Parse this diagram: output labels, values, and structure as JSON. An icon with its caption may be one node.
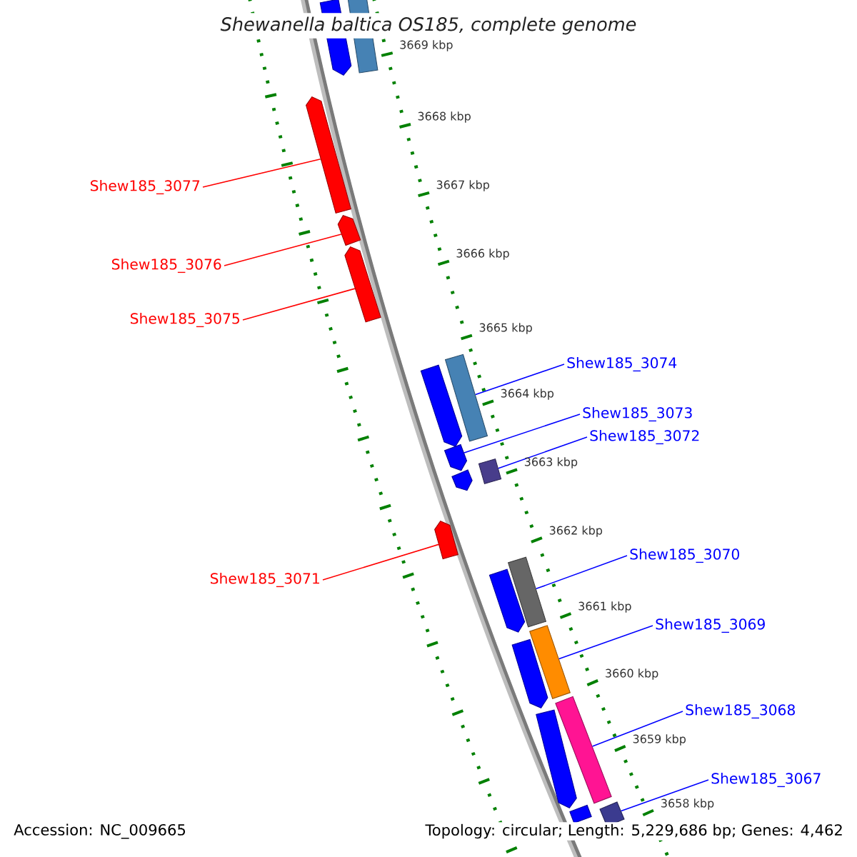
{
  "diagram": {
    "title": "Shewanella baltica OS185, complete genome",
    "nodes": [
      {
        "text": [
          "Shew185_3077"
        ]
      },
      {
        "text": [],
        "shape": "arrow"
      },
      {
        "text": [
          "Shew185_3076"
        ]
      },
      {
        "text": [],
        "shape": "arrow"
      },
      {
        "text": [
          "Shew185_3075"
        ]
      },
      {
        "text": [],
        "shape": "arrow"
      },
      {
        "text": [
          "Shew185_3074"
        ]
      },
      {
        "text": [],
        "shape": "box"
      },
      {
        "text": [
          "Shew185_3073"
        ]
      },
      {
        "text": [],
        "shape": "arrow"
      },
      {
        "text": [
          "Shew185_3072"
        ]
      },
      {
        "text": [],
        "shape": "box"
      },
      {
        "text": [
          "Shew185_3071"
        ]
      },
      {
        "text": [],
        "shape": "arrow"
      },
      {
        "text": [
          "Shew185_3070"
        ]
      },
      {
        "text": [],
        "shape": "box"
      },
      {
        "text": [
          "Shew185_3069"
        ]
      },
      {
        "text": [],
        "shape": "box"
      },
      {
        "text": [
          "Shew185_3068"
        ]
      },
      {
        "text": [],
        "shape": "box"
      },
      {
        "text": [
          "Shew185_3067"
        ]
      },
      {
        "text": [],
        "shape": "box"
      },
      {
        "text": [],
        "shape": "arrow"
      },
      {
        "text": [],
        "shape": "box"
      },
      {
        "text": [],
        "shape": "arrow"
      },
      {
        "text": [],
        "shape": "arrow"
      },
      {
        "text": [],
        "shape": "arrow"
      },
      {
        "text": [],
        "shape": "arrow"
      },
      {
        "text": [],
        "shape": "arrow"
      },
      {
        "text": [],
        "shape": "box"
      }
    ],
    "edges": [
      {
        "from": 0,
        "to": 1,
        "arrow": "none",
        "color": "#ff0000"
      },
      {
        "from": 2,
        "to": 3,
        "arrow": "none",
        "color": "#ff0000"
      },
      {
        "from": 4,
        "to": 5,
        "arrow": "none",
        "color": "#ff0000"
      },
      {
        "from": 6,
        "to": 7,
        "arrow": "none"
      },
      {
        "from": 8,
        "to": 9,
        "arrow": "none"
      },
      {
        "from": 10,
        "to": 11,
        "arrow": "none"
      },
      {
        "from": 12,
        "to": 13,
        "arrow": "none",
        "color": "#ff0000"
      },
      {
        "from": 14,
        "to": 15,
        "arrow": "none"
      },
      {
        "from": 16,
        "to": 17,
        "arrow": "none"
      },
      {
        "from": 18,
        "to": 19,
        "arrow": "none"
      },
      {
        "from": 20,
        "to": 21,
        "arrow": "none"
      }
    ],
    "labels": [
      "3669 kbp",
      "3668 kbp",
      "3667 kbp",
      "3666 kbp",
      "3665 kbp",
      "3664 kbp",
      "3663 kbp",
      "3662 kbp",
      "3661 kbp",
      "3660 kbp",
      "3659 kbp",
      "3658 kbp",
      "Accession: NC_009665",
      "Topology: circular; Length: 5,229,686 bp; Genes: 4,462"
    ]
  }
}
